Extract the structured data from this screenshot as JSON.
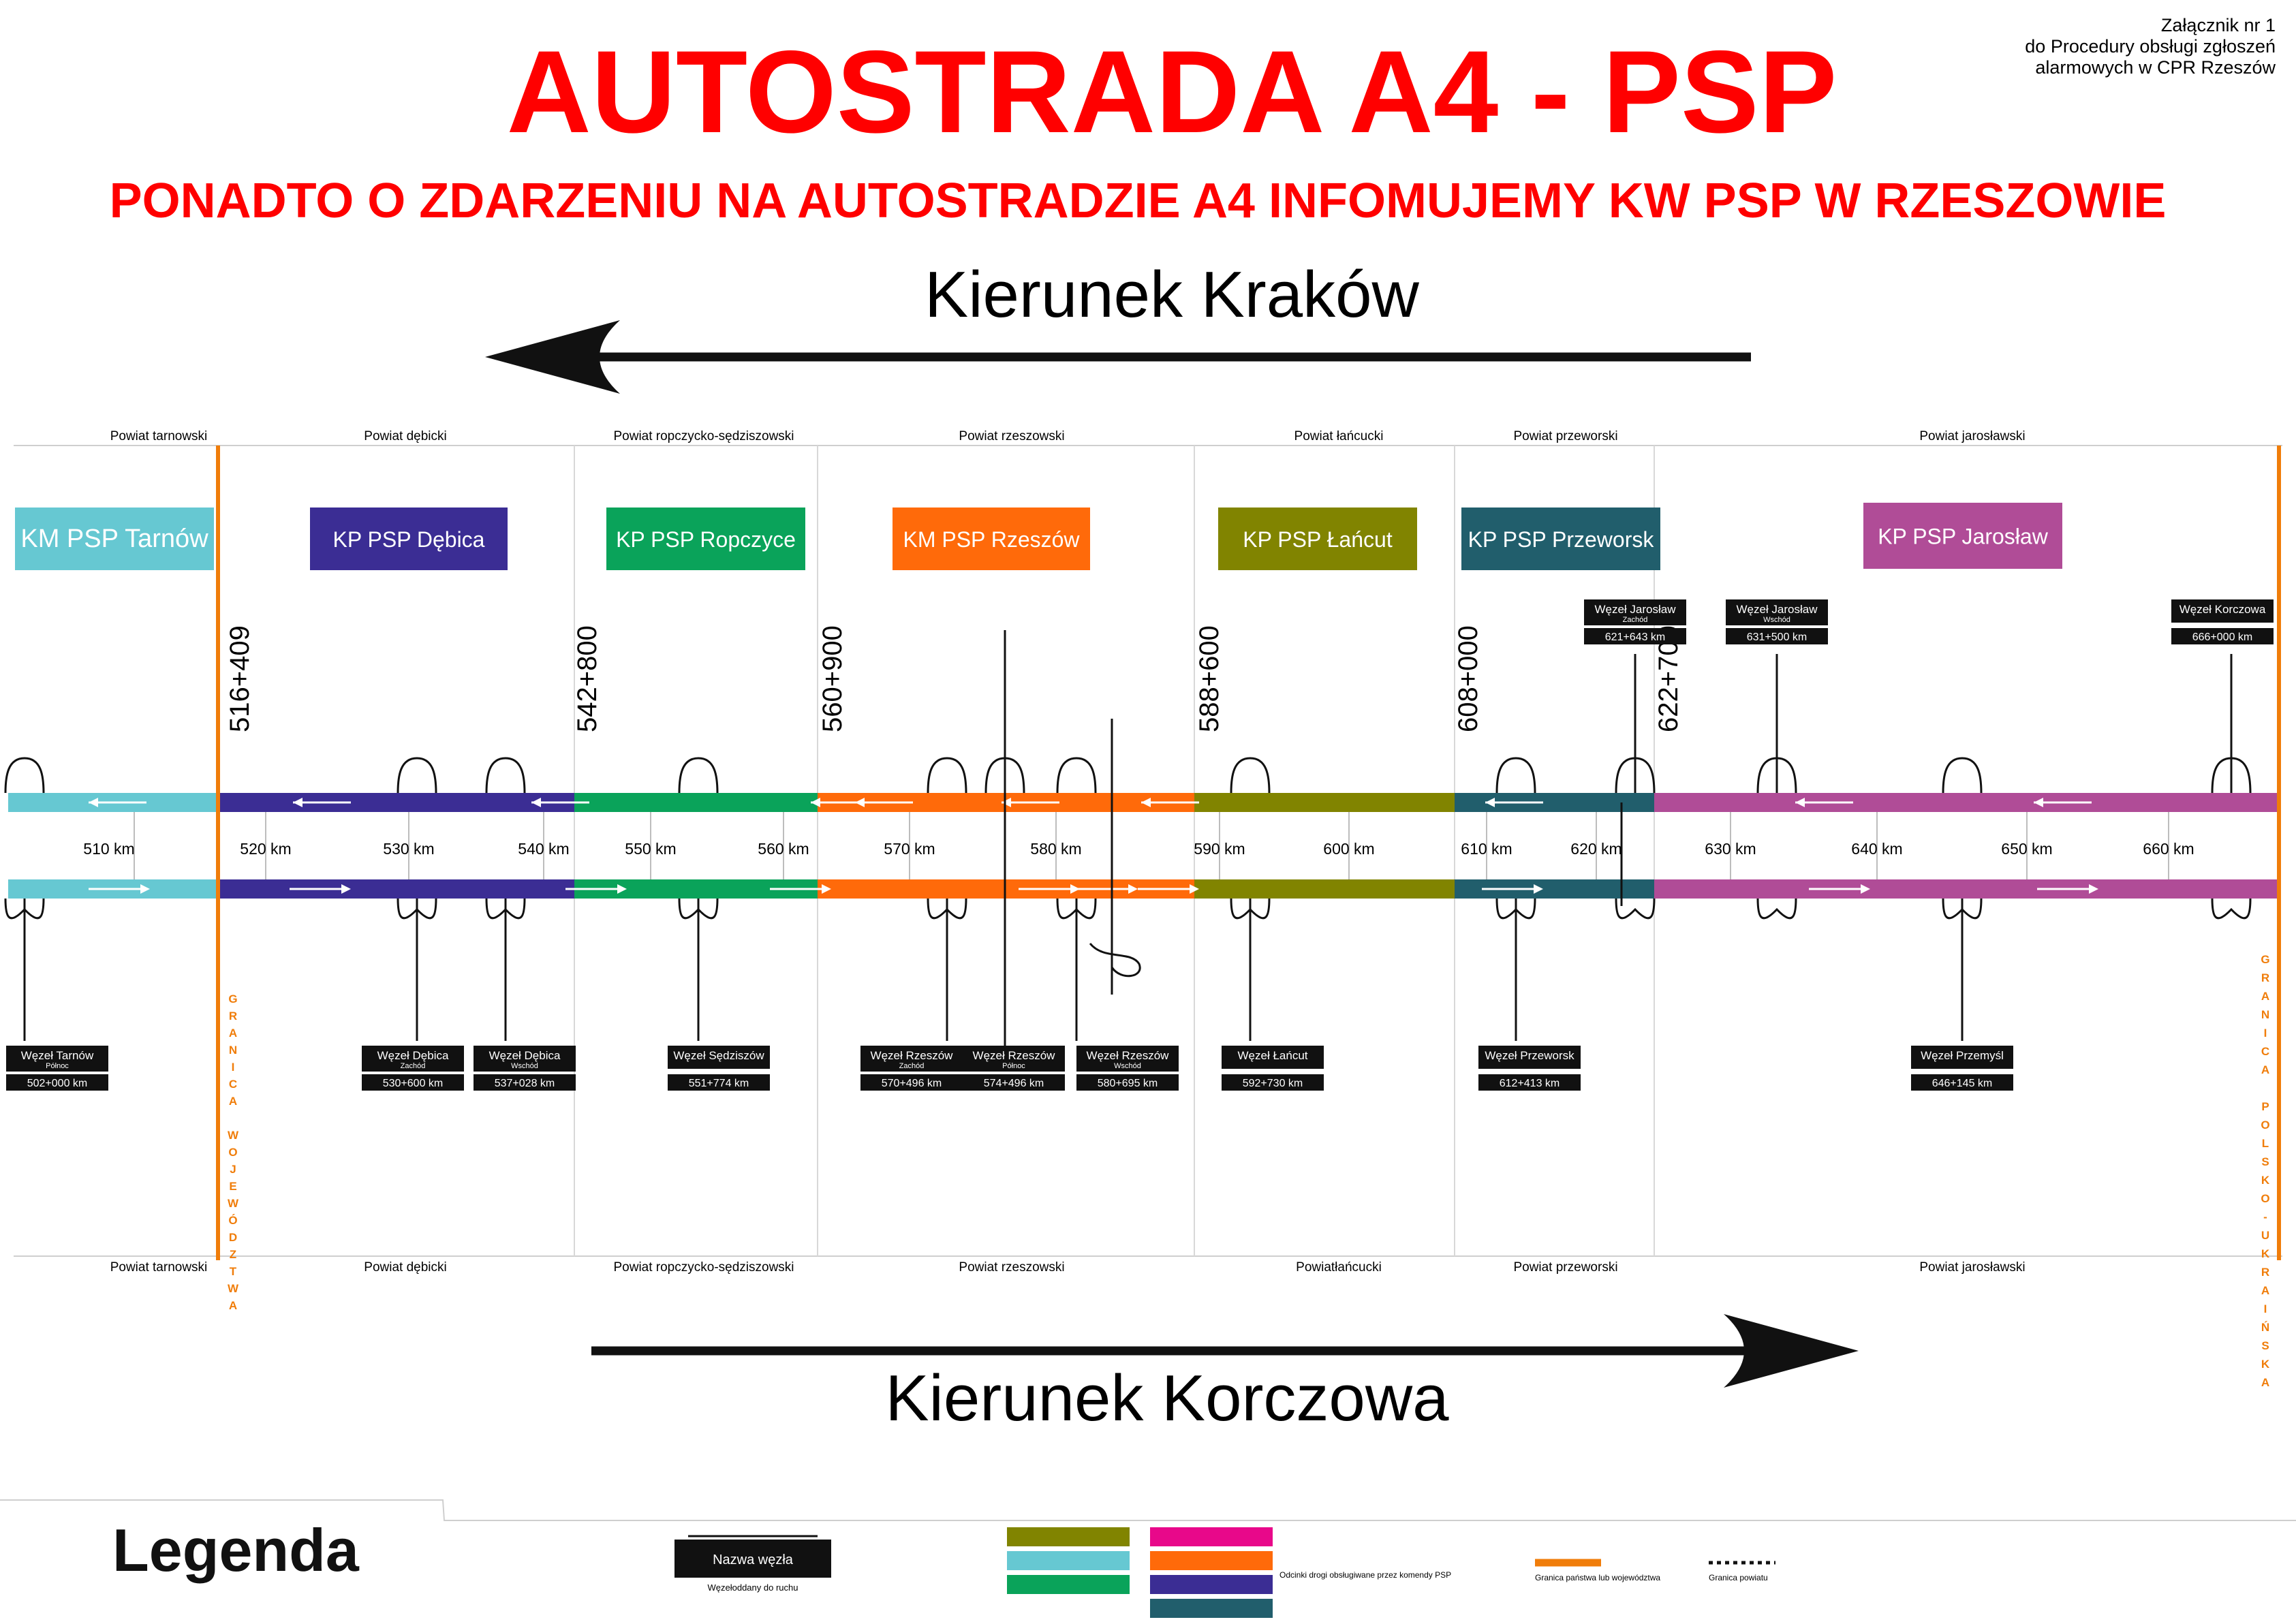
{
  "annex": [
    "Załącznik nr 1",
    "do Procedury obsługi zgłoszeń",
    "alarmowych w CPR Rzeszów"
  ],
  "title": "AUTOSTRADA A4 - PSP",
  "subtitle": "PONADTO O ZDARZENIU NA AUTOSTRADZIE A4 INFOMUJEMY KW PSP W RZESZOWIE",
  "direction_top": "Kierunek Kraków",
  "direction_bottom": "Kierunek Korczowa",
  "colors": {
    "tarnow": "#66c8d2",
    "debica": "#3b2d94",
    "ropczyce": "#0aa35a",
    "rzeszow": "#ff6a0a",
    "lancut": "#818400",
    "przeworsk": "#215e6c",
    "jaroslaw": "#b04c97",
    "border": "#f07d0a",
    "node_bg": "#111111",
    "title_red": "#ff0000"
  },
  "counties_top": [
    "Powiat tarnowski",
    "Powiat dębicki",
    "Powiat ropczycko-sędziszowski",
    "Powiat rzeszowski",
    "Powiat łańcucki",
    "Powiat przeworski",
    "Powiat jarosławski"
  ],
  "counties_bottom": [
    "Powiat tarnowski",
    "Powiat dębicki",
    "Powiat ropczycko-sędziszowski",
    "Powiat rzeszowski",
    "Powiatłańcucki",
    "Powiat przeworski",
    "Powiat jarosławski"
  ],
  "units": [
    {
      "label": "KM PSP Tarnów",
      "color": "#66c8d2"
    },
    {
      "label": "KP PSP Dębica",
      "color": "#3b2d94"
    },
    {
      "label": "KP PSP Ropczyce",
      "color": "#0aa35a"
    },
    {
      "label": "KM PSP Rzeszów",
      "color": "#ff6a0a"
    },
    {
      "label": "KP PSP Łańcut",
      "color": "#818400"
    },
    {
      "label": "KP PSP Przeworsk",
      "color": "#215e6c"
    },
    {
      "label": "KP PSP Jarosław",
      "color": "#b04c97"
    }
  ],
  "boundaries": [
    "516+409",
    "542+800",
    "560+900",
    "588+600",
    "608+000",
    "622+700"
  ],
  "km_marks": [
    "510 km",
    "520 km",
    "530 km",
    "540 km",
    "550 km",
    "560 km",
    "570 km",
    "580 km",
    "590 km",
    "600 km",
    "610 km",
    "620 km",
    "630 km",
    "640 km",
    "650 km",
    "660 km"
  ],
  "nodes": [
    {
      "name": "Węzeł Tarnów",
      "sub": "Północ",
      "km": "502+000 km"
    },
    {
      "name": "Węzeł Dębica",
      "sub": "Zachód",
      "km": "530+600 km"
    },
    {
      "name": "Węzeł Dębica",
      "sub": "Wschód",
      "km": "537+028 km"
    },
    {
      "name": "Węzeł Sędziszów",
      "sub": "",
      "km": "551+774 km"
    },
    {
      "name": "Węzeł Rzeszów",
      "sub": "Zachód",
      "km": "570+496 km"
    },
    {
      "name": "Węzeł Rzeszów",
      "sub": "Północ",
      "km": "574+496 km"
    },
    {
      "name": "Węzeł Rzeszów",
      "sub": "Wschód",
      "km": "580+695 km"
    },
    {
      "name": "Węzeł Łańcut",
      "sub": "",
      "km": "592+730 km"
    },
    {
      "name": "Węzeł Przeworsk",
      "sub": "",
      "km": "612+413 km"
    },
    {
      "name": "Węzeł Przemyśl",
      "sub": "",
      "km": "646+145 km"
    },
    {
      "name": "Węzeł Jarosław",
      "sub": "Zachód",
      "km": "621+643 km"
    },
    {
      "name": "Węzeł Jarosław",
      "sub": "Wschód",
      "km": "631+500 km"
    },
    {
      "name": "Węzeł Korczowa",
      "sub": "",
      "km": "666+000 km"
    }
  ],
  "border_labels": {
    "voivodeship": "GRANICA WOJEWÓDZTWA",
    "state": "GRANICA POLSKO-UKRAIŃSKA"
  },
  "legend": {
    "title": "Legenda",
    "node_label": "Nazwa węzła",
    "node_caption": "Węzełoddany do ruchu",
    "segments_caption": "Odcinki drogi obsługiwane przez komendy PSP",
    "state_border_caption": "Granica państwa lub województwa",
    "county_border_caption": "Granica powiatu",
    "swatches": [
      "#818400",
      "#66c8d2",
      "#0aa35a",
      "#e8088a",
      "#ff6a0a",
      "#3b2d94",
      "#215e6c"
    ]
  }
}
